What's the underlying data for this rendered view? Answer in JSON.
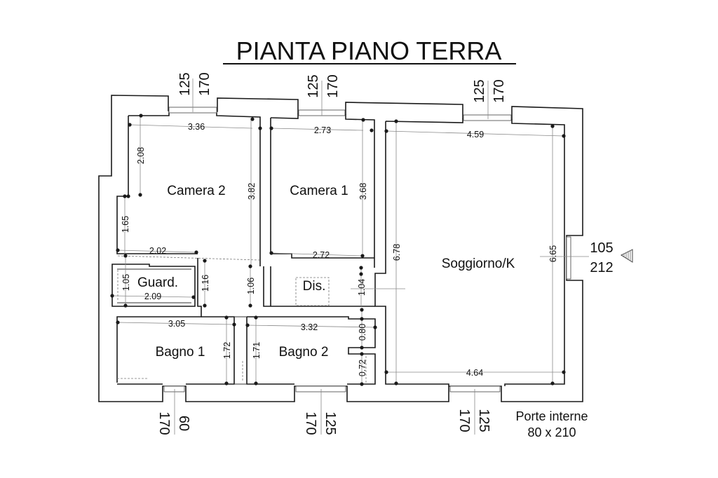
{
  "title": "PIANTA PIANO TERRA",
  "rooms": {
    "camera2": "Camera 2",
    "camera1": "Camera 1",
    "soggiorno": "Soggiorno/K",
    "guard": "Guard.",
    "dis": "Dis.",
    "bagno1": "Bagno 1",
    "bagno2": "Bagno 2"
  },
  "dimensions": {
    "camera2_width": "3.36",
    "camera2_upper_height": "2.08",
    "camera2_height": "3.82",
    "camera2_lower_height": "1.65",
    "camera2_bottom_width": "2.02",
    "camera1_width": "2.73",
    "camera1_height": "3.68",
    "camera1_bottom_width": "2.72",
    "soggiorno_top_width": "4.59",
    "soggiorno_left_height": "6.78",
    "soggiorno_right_height": "6.65",
    "soggiorno_bottom_width": "4.64",
    "guard_height": "1.05",
    "guard_width": "2.09",
    "hall_height_left": "1.16",
    "hall_height_mid": "1.06",
    "dis_height": "1.04",
    "bagno1_width": "3.05",
    "bagno1_height": "1.72",
    "bagno2_width": "3.32",
    "bagno2_height": "1.71",
    "closet_upper": "0.80",
    "closet_lower": "0.72"
  },
  "windows": {
    "top_camera2": [
      "125",
      "170"
    ],
    "top_camera1": [
      "125",
      "170"
    ],
    "top_soggiorno": [
      "125",
      "170"
    ],
    "right_door": [
      "105",
      "212"
    ],
    "bottom_bagno1": [
      "170",
      "60"
    ],
    "bottom_bagno2": [
      "170",
      "125"
    ],
    "bottom_soggiorno": [
      "170",
      "125"
    ]
  },
  "notes": {
    "line1": "Porte interne",
    "line2": "80 x 210"
  },
  "icons": {
    "entrance": "entrance-arrow-icon"
  }
}
